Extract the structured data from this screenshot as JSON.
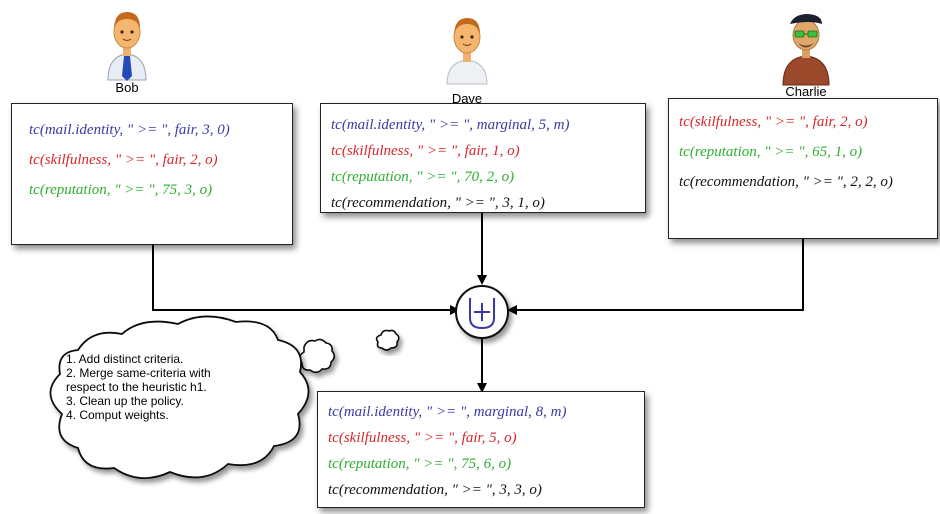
{
  "colors": {
    "blue": "#3a3aa6",
    "red": "#d9262b",
    "green": "#2fae2f",
    "black": "#111111"
  },
  "people": {
    "bob": {
      "name": "Bob",
      "icon": "businessman-avatar-icon"
    },
    "dave": {
      "name": "Dave",
      "icon": "user-avatar-icon"
    },
    "charlie": {
      "name": "Charlie",
      "icon": "man-with-beret-avatar-icon"
    }
  },
  "policies": {
    "bob": [
      {
        "text": "tc(mail.identity, \" >= \", fair, 3, 0)",
        "color": "#3a3aa6"
      },
      {
        "text": "tc(skilfulness, \" >= \", fair, 2, o)",
        "color": "#d9262b"
      },
      {
        "text": "tc(reputation, \" >= \", 75, 3, o)",
        "color": "#2fae2f"
      }
    ],
    "dave": [
      {
        "text": "tc(mail.identity, \" >= \", marginal, 5, m)",
        "color": "#3a3aa6"
      },
      {
        "text": "tc(skilfulness, \" >= \", fair, 1, o)",
        "color": "#d9262b"
      },
      {
        "text": "tc(reputation, \" >= \", 70, 2, o)",
        "color": "#2fae2f"
      },
      {
        "text": "tc(recommendation, \" >= \", 3, 1, o)",
        "color": "#111111"
      }
    ],
    "charlie": [
      {
        "text": "tc(skilfulness, \" >= \", fair, 2, o)",
        "color": "#d9262b"
      },
      {
        "text": "tc(reputation, \" >= \", 65, 1, o)",
        "color": "#2fae2f"
      },
      {
        "text": "tc(recommendation, \" >= \", 2, 2, o)",
        "color": "#111111"
      }
    ],
    "result": [
      {
        "text": "tc(mail.identity, \" >= \", marginal, 8, m)",
        "color": "#3a3aa6"
      },
      {
        "text": "tc(skilfulness, \" >= \", fair, 5, o)",
        "color": "#d9262b"
      },
      {
        "text": "tc(reputation, \" >= \", 75, 6, o)",
        "color": "#2fae2f"
      },
      {
        "text": "tc(recommendation, \" >= \", 3, 3, o)",
        "color": "#111111"
      }
    ]
  },
  "merge_operator": {
    "icon": "multiset-union-icon"
  },
  "cloud": {
    "steps": [
      "1. Add distinct criteria.",
      "2. Merge same-criteria with",
      "respect to the heuristic h1.",
      "3. Clean up the policy.",
      "4. Comput weights."
    ]
  }
}
